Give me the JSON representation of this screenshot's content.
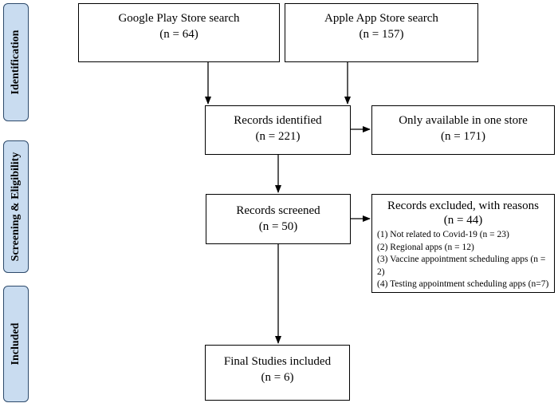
{
  "phases": {
    "identification": "Identification",
    "screening": "Screening & Eligibility",
    "included": "Included"
  },
  "boxes": {
    "google": {
      "title": "Google Play Store search",
      "count": "(n = 64)"
    },
    "apple": {
      "title": "Apple App Store search",
      "count": "(n = 157)"
    },
    "identified": {
      "title": "Records identified",
      "count": "(n = 221)"
    },
    "one_store": {
      "title": "Only available in one store",
      "count": "(n = 171)"
    },
    "screened": {
      "title": "Records screened",
      "count": "(n = 50)"
    },
    "excluded": {
      "title": "Records excluded, with reasons",
      "count": "(n = 44)",
      "reasons": [
        "(1) Not related to Covid-19 (n = 23)",
        "(2) Regional apps (n = 12)",
        "(3) Vaccine appointment scheduling apps (n = 2)",
        "(4) Testing appointment scheduling apps (n=7)"
      ]
    },
    "final": {
      "title": "Final Studies included",
      "count": "(n = 6)"
    }
  }
}
